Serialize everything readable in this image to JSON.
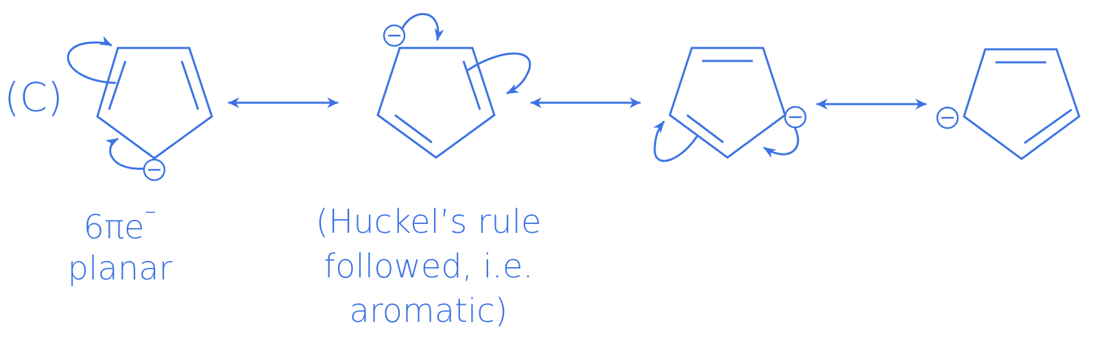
{
  "part_label": "(C)",
  "notes": {
    "left": [
      "6πe",
      "⁻",
      "planar"
    ],
    "middle": [
      "(Huckel’s rule",
      "followed, i.e.",
      "aromatic)"
    ]
  },
  "charge_symbol": "⊖",
  "icons": {
    "resonance_arrow": "double-headed-arrow-icon",
    "electron_push": "curved-arrow-icon",
    "negative_charge": "negative-charge-icon"
  },
  "colors": {
    "ink": "#3b73e3",
    "background": "#ffffff"
  }
}
